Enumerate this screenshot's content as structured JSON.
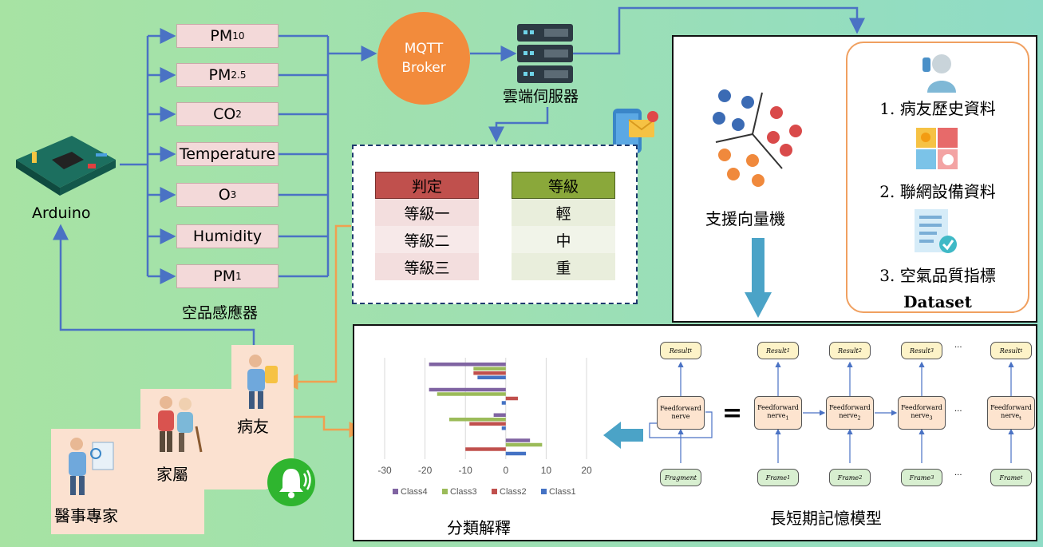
{
  "arduino": {
    "label": "Arduino"
  },
  "sensors": {
    "items": [
      {
        "label": "PM",
        "sub": "10"
      },
      {
        "label": "PM",
        "sub": "2.5"
      },
      {
        "label": "CO",
        "sub": "2"
      },
      {
        "label": "Temperature",
        "sub": ""
      },
      {
        "label": "O",
        "sub": "3"
      },
      {
        "label": "Humidity",
        "sub": ""
      },
      {
        "label": "PM",
        "sub": "1"
      }
    ],
    "caption": "空品感應器"
  },
  "mqtt": {
    "line1": "MQTT",
    "line2": "Broker"
  },
  "server": {
    "label": "雲端伺服器"
  },
  "judgment": {
    "header_left": "判定",
    "header_right": "等級",
    "rows": [
      {
        "left": "等級一",
        "right": "輕"
      },
      {
        "left": "等級二",
        "right": "中"
      },
      {
        "left": "等級三",
        "right": "重"
      }
    ]
  },
  "svm": {
    "label": "支援向量機"
  },
  "dataset": {
    "items": [
      "1. 病友歷史資料",
      "2. 聯網設備資料",
      "3. 空氣品質指標"
    ],
    "title": "Dataset"
  },
  "care": {
    "patient": "病友",
    "family": "家屬",
    "expert": "醫事專家"
  },
  "chart_title": "分類解釋",
  "lstm": {
    "title": "長短期記憶模型",
    "ellipsis": "···",
    "single": {
      "result": "Result",
      "result_sub": "t",
      "node": "Feedforward nerve",
      "input": "Fragment"
    },
    "unrolled": [
      {
        "result": "Result",
        "sub": "1",
        "node": "Feedforward nerve",
        "input": "Frame"
      },
      {
        "result": "Result",
        "sub": "2",
        "node": "Feedforward nerve",
        "input": "Frame"
      },
      {
        "result": "Result",
        "sub": "3",
        "node": "Feedforward nerve",
        "input": "Frame"
      },
      {
        "result": "Result",
        "sub": "t",
        "node": "Feedforward nerve",
        "input": "Frame"
      }
    ],
    "equals": "="
  },
  "colors": {
    "arrow_blue": "#4a72c4",
    "arrow_orange": "#f0a050",
    "judge_header_left": "#c0504d",
    "judge_header_right": "#8aa83a",
    "class1": "#4472c4",
    "class2": "#c0504d",
    "class3": "#9bbb59",
    "class4": "#8064a2"
  },
  "chart_data": {
    "type": "bar",
    "orientation": "horizontal",
    "xlim": [
      -30,
      20
    ],
    "xticks": [
      "-30",
      "-20",
      "-10",
      "0",
      "10",
      "20"
    ],
    "legend": [
      "Class4",
      "Class3",
      "Class2",
      "Class1"
    ],
    "legend_position": "bottom",
    "series": [
      {
        "name": "Class4",
        "color": "#8064a2",
        "values": [
          -19,
          -19,
          -3,
          6
        ]
      },
      {
        "name": "Class3",
        "color": "#9bbb59",
        "values": [
          -8,
          -17,
          -14,
          9
        ]
      },
      {
        "name": "Class2",
        "color": "#c0504d",
        "values": [
          -8,
          3,
          -9,
          -10
        ]
      },
      {
        "name": "Class1",
        "color": "#4472c4",
        "values": [
          -7,
          -1,
          -1,
          5
        ]
      }
    ]
  }
}
